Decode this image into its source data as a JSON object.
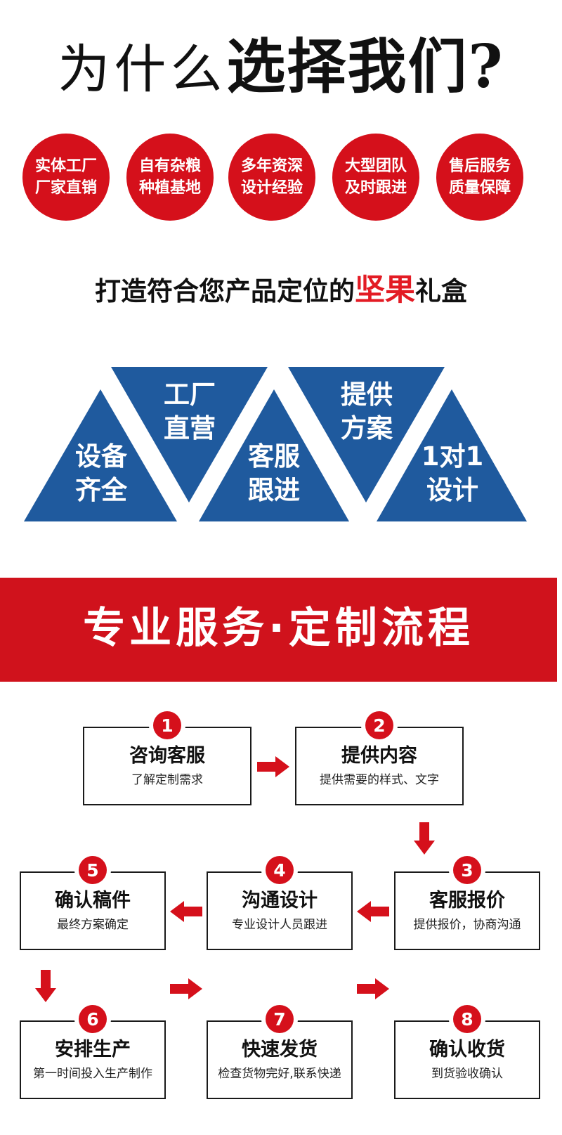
{
  "headline": {
    "part1": "为什么",
    "part2": "选择我们?"
  },
  "advantages": [
    {
      "line1": "实体工厂",
      "line2": "厂家直销"
    },
    {
      "line1": "自有杂粮",
      "line2": "种植基地"
    },
    {
      "line1": "多年资深",
      "line2": "设计经验"
    },
    {
      "line1": "大型团队",
      "line2": "及时跟进"
    },
    {
      "line1": "售后服务",
      "line2": "质量保障"
    }
  ],
  "subtitle": {
    "before": "打造符合您产品定位的",
    "highlight": "坚果",
    "after": "礼盒"
  },
  "triangles": [
    {
      "line1": "设备",
      "line2": "齐全"
    },
    {
      "line1": "工厂",
      "line2": "直营"
    },
    {
      "line1": "客服",
      "line2": "跟进"
    },
    {
      "line1": "提供",
      "line2": "方案"
    },
    {
      "line1": "1对1",
      "line2": "设计"
    }
  ],
  "banner": {
    "title": "专业服务·定制流程"
  },
  "steps": [
    {
      "num": "1",
      "title": "咨询客服",
      "desc": "了解定制需求"
    },
    {
      "num": "2",
      "title": "提供内容",
      "desc": "提供需要的样式、文字"
    },
    {
      "num": "3",
      "title": "客服报价",
      "desc": "提供报价，协商沟通"
    },
    {
      "num": "4",
      "title": "沟通设计",
      "desc": "专业设计人员跟进"
    },
    {
      "num": "5",
      "title": "确认稿件",
      "desc": "最终方案确定"
    },
    {
      "num": "6",
      "title": "安排生产",
      "desc": "第一时间投入生产制作"
    },
    {
      "num": "7",
      "title": "快速发货",
      "desc": "检查货物完好,联系快递"
    },
    {
      "num": "8",
      "title": "确认收货",
      "desc": "到货验收确认"
    }
  ],
  "colors": {
    "red": "#d5101b",
    "blue": "#1f5a9e",
    "black": "#111111"
  }
}
